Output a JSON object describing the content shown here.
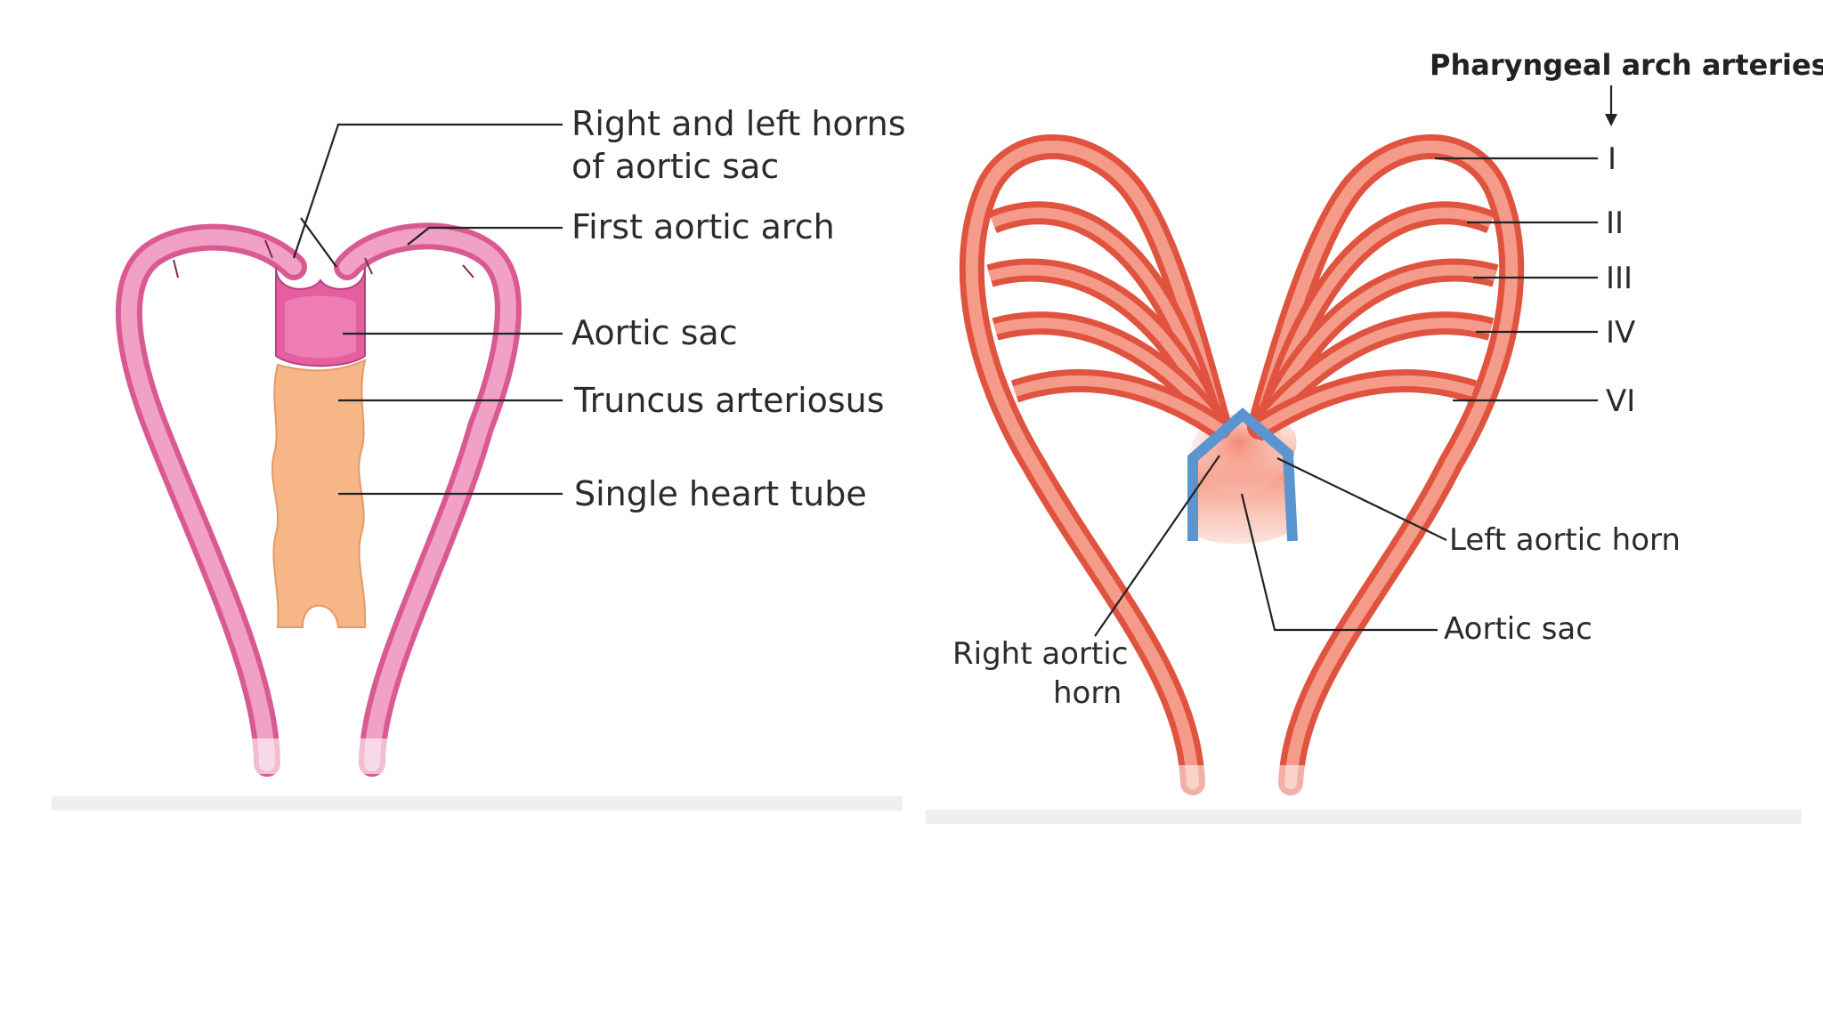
{
  "left_figure": {
    "labels": {
      "horns_line1": "Right and left horns",
      "horns_line2": "of aortic sac",
      "first_arch": "First aortic arch",
      "aortic_sac": "Aortic sac",
      "truncus": "Truncus arteriosus",
      "heart_tube": "Single heart tube"
    },
    "colors": {
      "vessel": "#e77aa8",
      "vessel_light": "#f4a9c9",
      "sac": "#e45ea0",
      "tube": "#f7b688"
    }
  },
  "right_figure": {
    "heading": "Pharyngeal arch arteries",
    "arches": [
      "I",
      "II",
      "III",
      "IV",
      "VI"
    ],
    "labels": {
      "left_horn": "Left aortic horn",
      "aortic_sac": "Aortic sac",
      "right_horn_line1": "Right aortic",
      "right_horn_line2": "horn"
    },
    "colors": {
      "vessel": "#ec6a5c",
      "vessel_light": "#f7a596",
      "highlight": "#5b95d0"
    }
  }
}
